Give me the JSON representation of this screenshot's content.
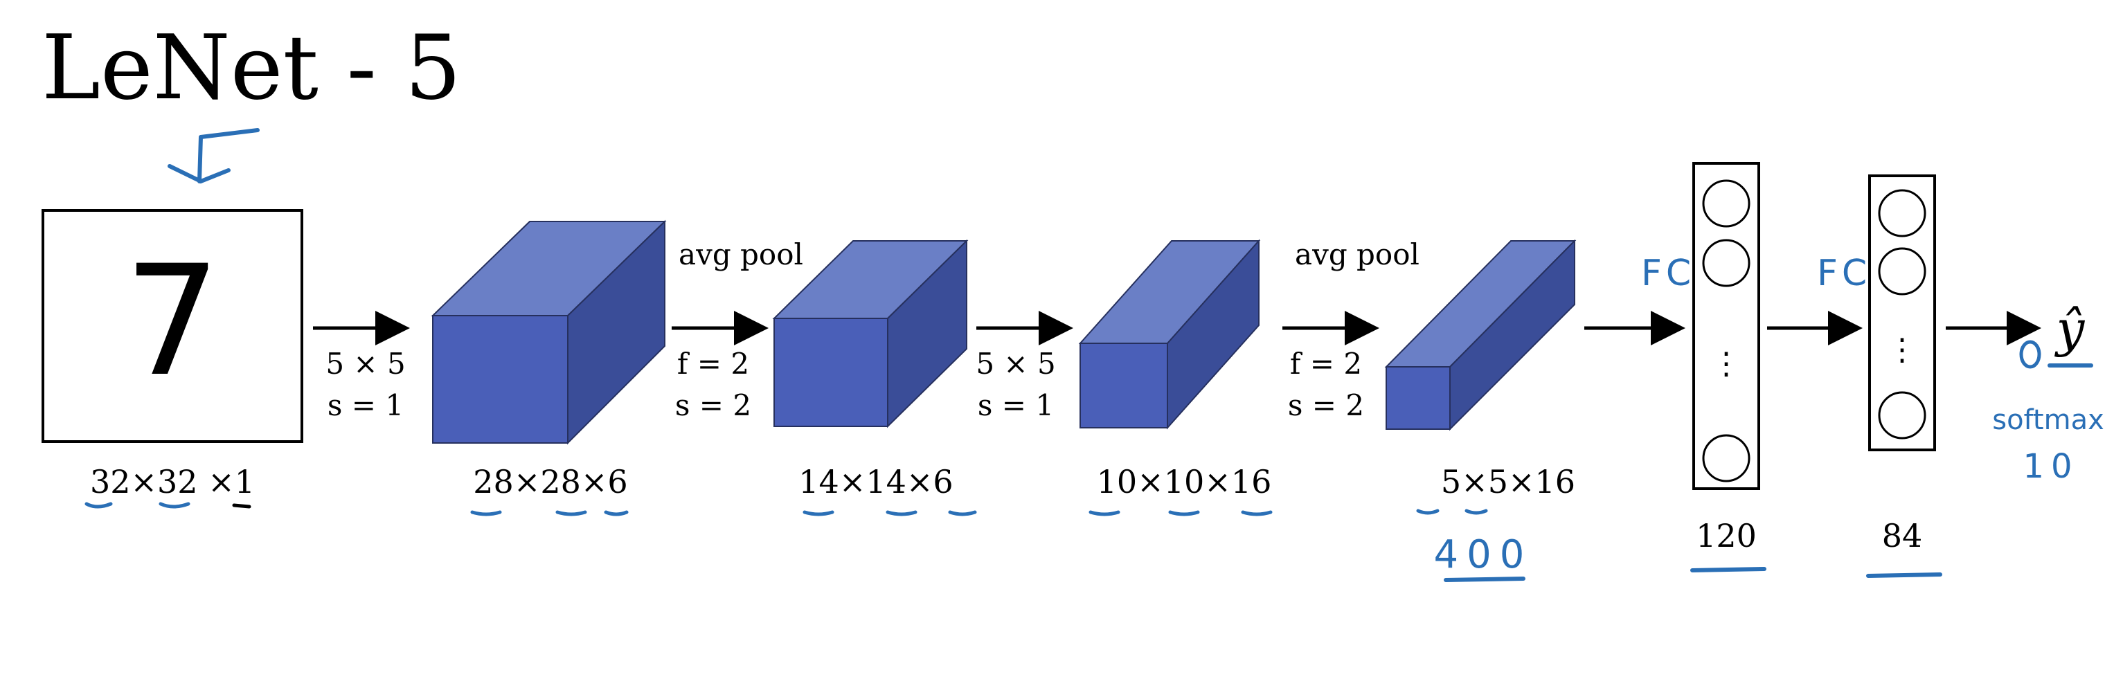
{
  "title": "LeNet - 5",
  "colors": {
    "box_front": "#4a5fb8",
    "box_top": "#6a7fc6",
    "box_side": "#3a4d98",
    "ink": "#000000",
    "annotation": "#2a6fb6"
  },
  "input": {
    "digit": "7",
    "dims": "32×32 ×1"
  },
  "conv1": {
    "filter": "5 × 5",
    "stride": "s = 1",
    "dims": "28×28×6"
  },
  "pool1": {
    "name": "avg pool",
    "filter": "f = 2",
    "stride": "s = 2",
    "dims": "14×14×6"
  },
  "conv2": {
    "filter": "5 × 5",
    "stride": "s = 1",
    "dims": "10×10×16"
  },
  "pool2": {
    "name": "avg pool",
    "filter": "f = 2",
    "stride": "s = 2",
    "dims": "5×5×16"
  },
  "fc1": {
    "size": "120"
  },
  "fc2": {
    "size": "84"
  },
  "output": {
    "label": "ŷ"
  },
  "annotations": {
    "flatten_count": "400",
    "fc_label_1": "FC",
    "fc_label_2": "FC",
    "output_activation": "softmax",
    "output_classes": "10"
  }
}
